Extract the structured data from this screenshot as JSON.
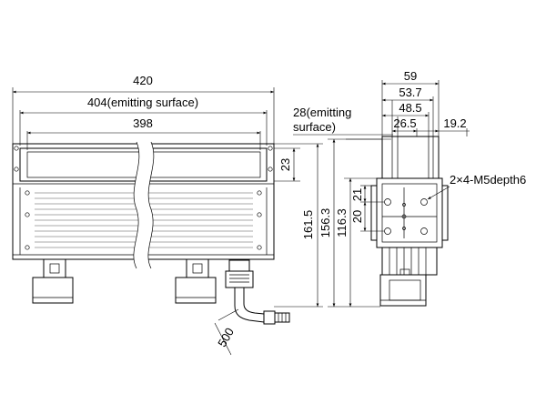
{
  "dimensions": {
    "overall_width": "420",
    "emitting_width": "404(emitting surface)",
    "inner_width": "398",
    "emitting_depth_line1": "28(emitting",
    "emitting_depth_line2": "surface)",
    "side_height_small": "23",
    "front_height": "161.5",
    "side_height_1": "156.3",
    "side_height_2": "116.3",
    "side_20": "20",
    "side_21": "21",
    "top_59": "59",
    "top_53_7": "53.7",
    "top_48_5": "48.5",
    "top_26_5": "26.5",
    "top_19_2": "19.2",
    "hole_spec": "2×4-M5depth6",
    "cable_length": "500"
  }
}
